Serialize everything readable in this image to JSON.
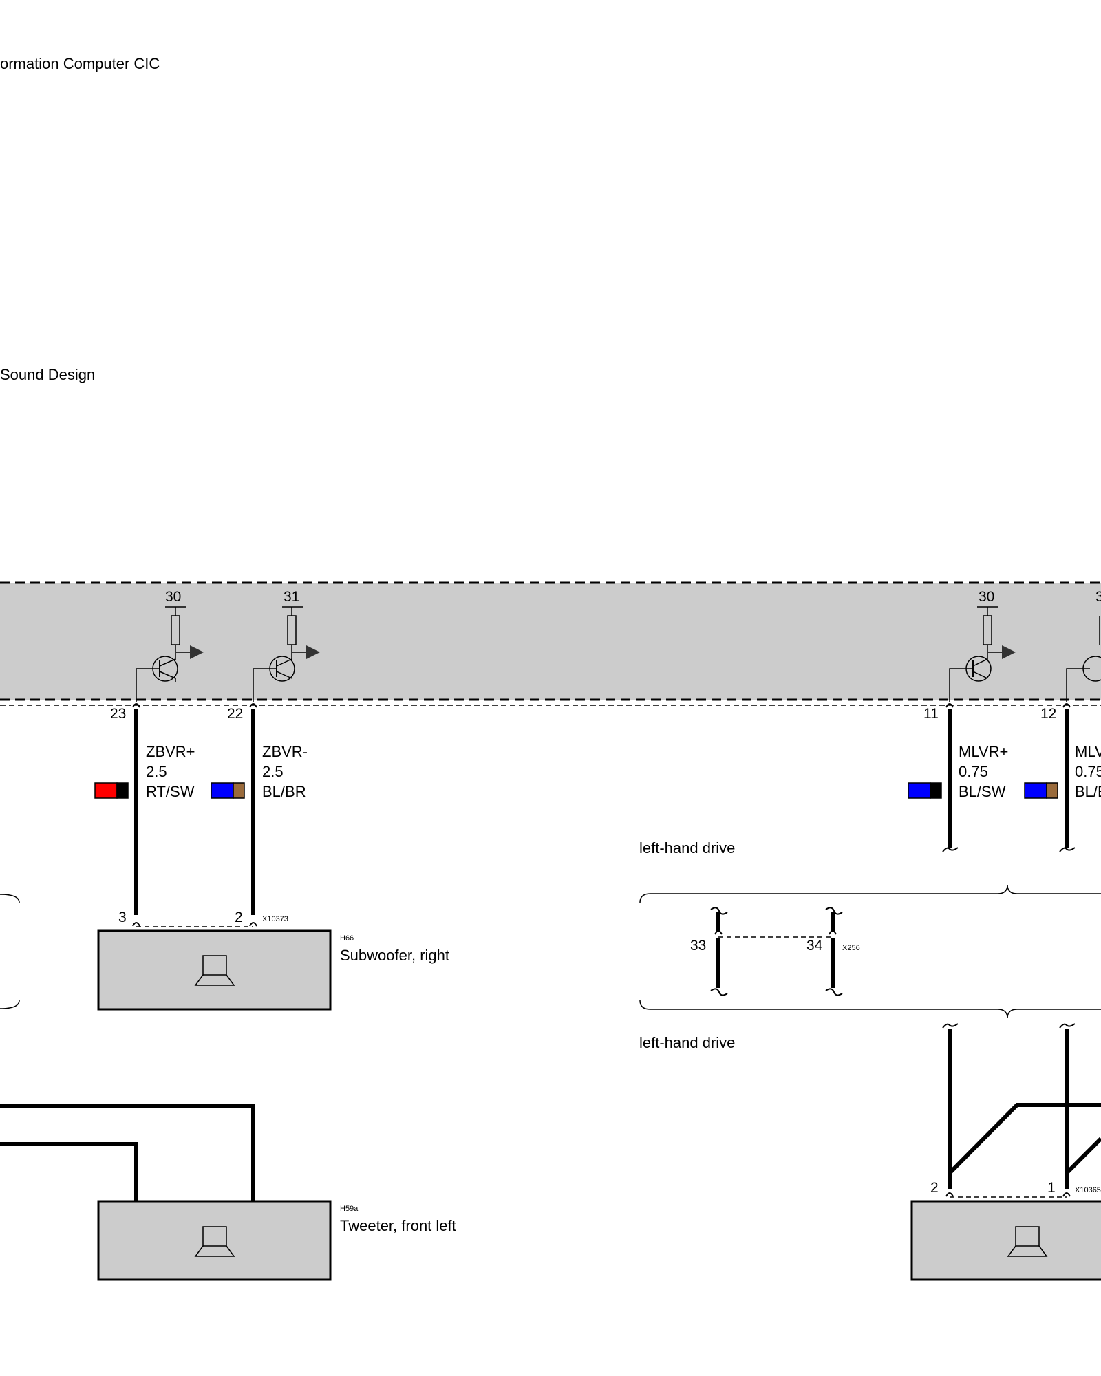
{
  "titles": {
    "cic": "ormation Computer CIC",
    "sound": "Sound Design"
  },
  "pins": {
    "p23": "23",
    "p22": "22",
    "p11": "11",
    "p12": "12",
    "s30a": "30",
    "s31": "31",
    "s30b": "30",
    "s3partial": "3"
  },
  "wires": {
    "zbvr_pos": {
      "name": "ZBVR+",
      "gauge": "2.5",
      "color": "RT/SW"
    },
    "zbvr_neg": {
      "name": "ZBVR-",
      "gauge": "2.5",
      "color": "BL/BR"
    },
    "mlvr_pos": {
      "name": "MLVR+",
      "gauge": "0.75",
      "color": "BL/SW"
    },
    "mlvr_neg": {
      "name": "MLV",
      "gauge": "0.75",
      "color": "BL/E"
    }
  },
  "wire_colors": {
    "red": "#ff0000",
    "black": "#000000",
    "blue": "#0000ff",
    "brown": "#9a6b3c",
    "module_fill": "#cccccc"
  },
  "connectors": {
    "x10373": "X10373",
    "x10373_pin3": "3",
    "x10373_pin2": "2",
    "x256": "X256",
    "x256_pin33": "33",
    "x256_pin34": "34",
    "x10365": "X10365",
    "x10365_pin2": "2",
    "x10365_pin1": "1"
  },
  "components": {
    "h66_code": "H66",
    "h66_name": "Subwoofer, right",
    "h59a_code": "H59a",
    "h59a_name": "Tweeter, front left"
  },
  "notes": {
    "lhd_top": "left-hand drive",
    "lhd_bottom": "left-hand drive"
  },
  "icons": [
    "speaker-icon",
    "transistor-icon",
    "resistor-icon"
  ]
}
